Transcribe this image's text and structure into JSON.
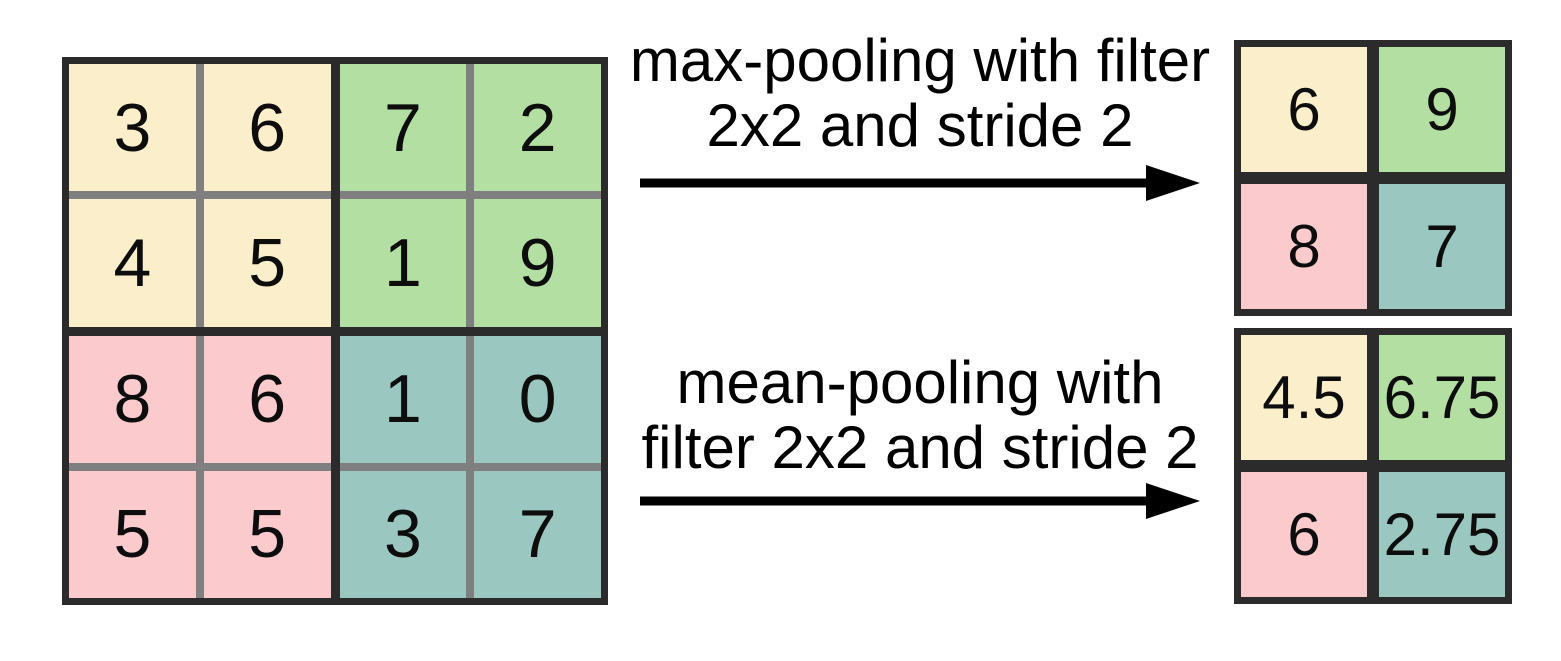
{
  "diagram": {
    "input_grid": {
      "rows": [
        [
          "3",
          "6",
          "7",
          "2"
        ],
        [
          "4",
          "5",
          "1",
          "9"
        ],
        [
          "8",
          "6",
          "1",
          "0"
        ],
        [
          "5",
          "5",
          "3",
          "7"
        ]
      ]
    },
    "max_pool": {
      "label_line1": "max-pooling with filter",
      "label_line2": "2x2 and stride 2",
      "rows": [
        [
          "6",
          "9"
        ],
        [
          "8",
          "7"
        ]
      ]
    },
    "mean_pool": {
      "label_line1": "mean-pooling with",
      "label_line2": "filter 2x2 and stride 2",
      "rows": [
        [
          "4.5",
          "6.75"
        ],
        [
          "6",
          "2.75"
        ]
      ]
    }
  },
  "colors": {
    "quadrant_top_left": "#FBEFCB",
    "quadrant_top_right": "#B4DFA3",
    "quadrant_bottom_left": "#FBCACC",
    "quadrant_bottom_right": "#9AC7BF",
    "grid_border": "#2B2B2B",
    "inner_line": "#7F7F7F",
    "arrow": "#000000"
  }
}
